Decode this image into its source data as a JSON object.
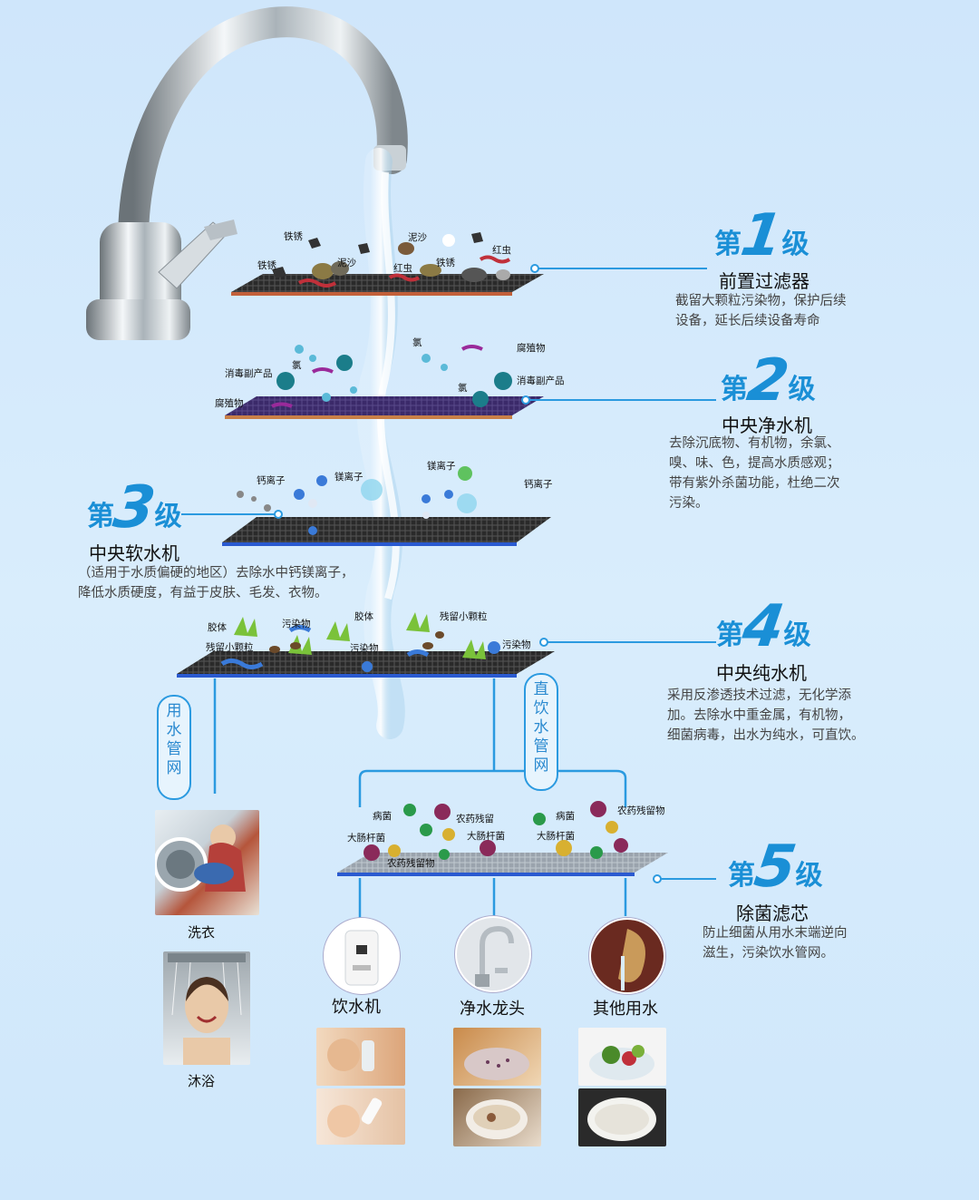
{
  "stages": [
    {
      "di": "第",
      "num": "1",
      "ji": "级",
      "name": "前置过滤器",
      "desc": [
        "截留大颗粒污染物，保护后续",
        "设备，延长后续设备寿命"
      ]
    },
    {
      "di": "第",
      "num": "2",
      "ji": "级",
      "name": "中央净水机",
      "desc": [
        "去除沉底物、有机物，余氯、",
        "嗅、味、色，提高水质感观；",
        "带有紫外杀菌功能，杜绝二次",
        "污染。"
      ]
    },
    {
      "di": "第",
      "num": "3",
      "ji": "级",
      "name": "中央软水机",
      "desc": [
        "（适用于水质偏硬的地区）去除水中钙镁离子，",
        "降低水质硬度，有益于皮肤、毛发、衣物。"
      ]
    },
    {
      "di": "第",
      "num": "4",
      "ji": "级",
      "name": "中央纯水机",
      "desc": [
        "采用反渗透技术过滤，无化学添",
        "加。去除水中重金属，有机物，",
        "细菌病毒，出水为纯水，可直饮。"
      ]
    },
    {
      "di": "第",
      "num": "5",
      "ji": "级",
      "name": "除菌滤芯",
      "desc": [
        "防止细菌从用水末端逆向",
        "滋生，污染饮水管网。"
      ]
    }
  ],
  "contaminants": {
    "s1": [
      "铁锈",
      "铁锈",
      "泥沙",
      "红虫",
      "泥沙",
      "铁锈",
      "红虫"
    ],
    "s2": [
      "氯",
      "消毒副产品",
      "腐殖物",
      "氯",
      "腐殖物",
      "氯",
      "消毒副产品"
    ],
    "s3": [
      "钙离子",
      "镁离子",
      "镁离子",
      "钙离子"
    ],
    "s4": [
      "胶体",
      "污染物",
      "胶体",
      "残留小颗粒",
      "残留小颗粒",
      "污染物",
      "污染物"
    ],
    "s5": [
      "病菌",
      "农药残留",
      "大肠杆菌",
      "大肠杆菌",
      "病菌",
      "农药残留物",
      "大肠杆菌",
      "农药残留物"
    ]
  },
  "pipes": {
    "left": [
      "用",
      "水",
      "管",
      "网"
    ],
    "right": [
      "直",
      "饮",
      "水",
      "管",
      "网"
    ]
  },
  "outlets": {
    "laundry": "洗衣",
    "shower": "沐浴",
    "dispenser": "饮水机",
    "faucet": "净水龙头",
    "other": "其他用水"
  },
  "colors": {
    "accent": "#1a8fd6",
    "line": "#2b9ae0"
  }
}
